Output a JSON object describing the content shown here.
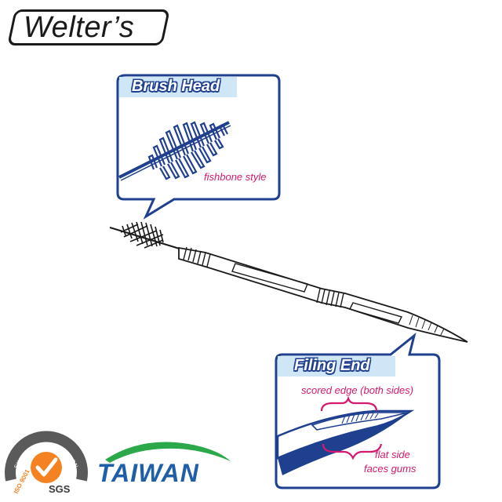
{
  "brand": {
    "name": "Welter’s"
  },
  "callouts": {
    "brush_head": {
      "title": "Brush Head",
      "note": "fishbone style"
    },
    "filing_end": {
      "title": "Filing End",
      "note_top": "scored edge (both sides)",
      "note_bottom_line1": "flat side",
      "note_bottom_line2": "faces gums"
    }
  },
  "badges": {
    "certification_ring": "SYSTEM CERTIFICATION",
    "iso": "ISO 9001",
    "sgs": "SGS",
    "taiwan": "TAIWAN"
  },
  "colors": {
    "navy": "#1f3f8f",
    "title_band": "#cfe6f7",
    "pink": "#d6196e",
    "orange": "#f58220",
    "taiwan_green": "#2aa84a",
    "taiwan_blue": "#1f5fa8"
  }
}
